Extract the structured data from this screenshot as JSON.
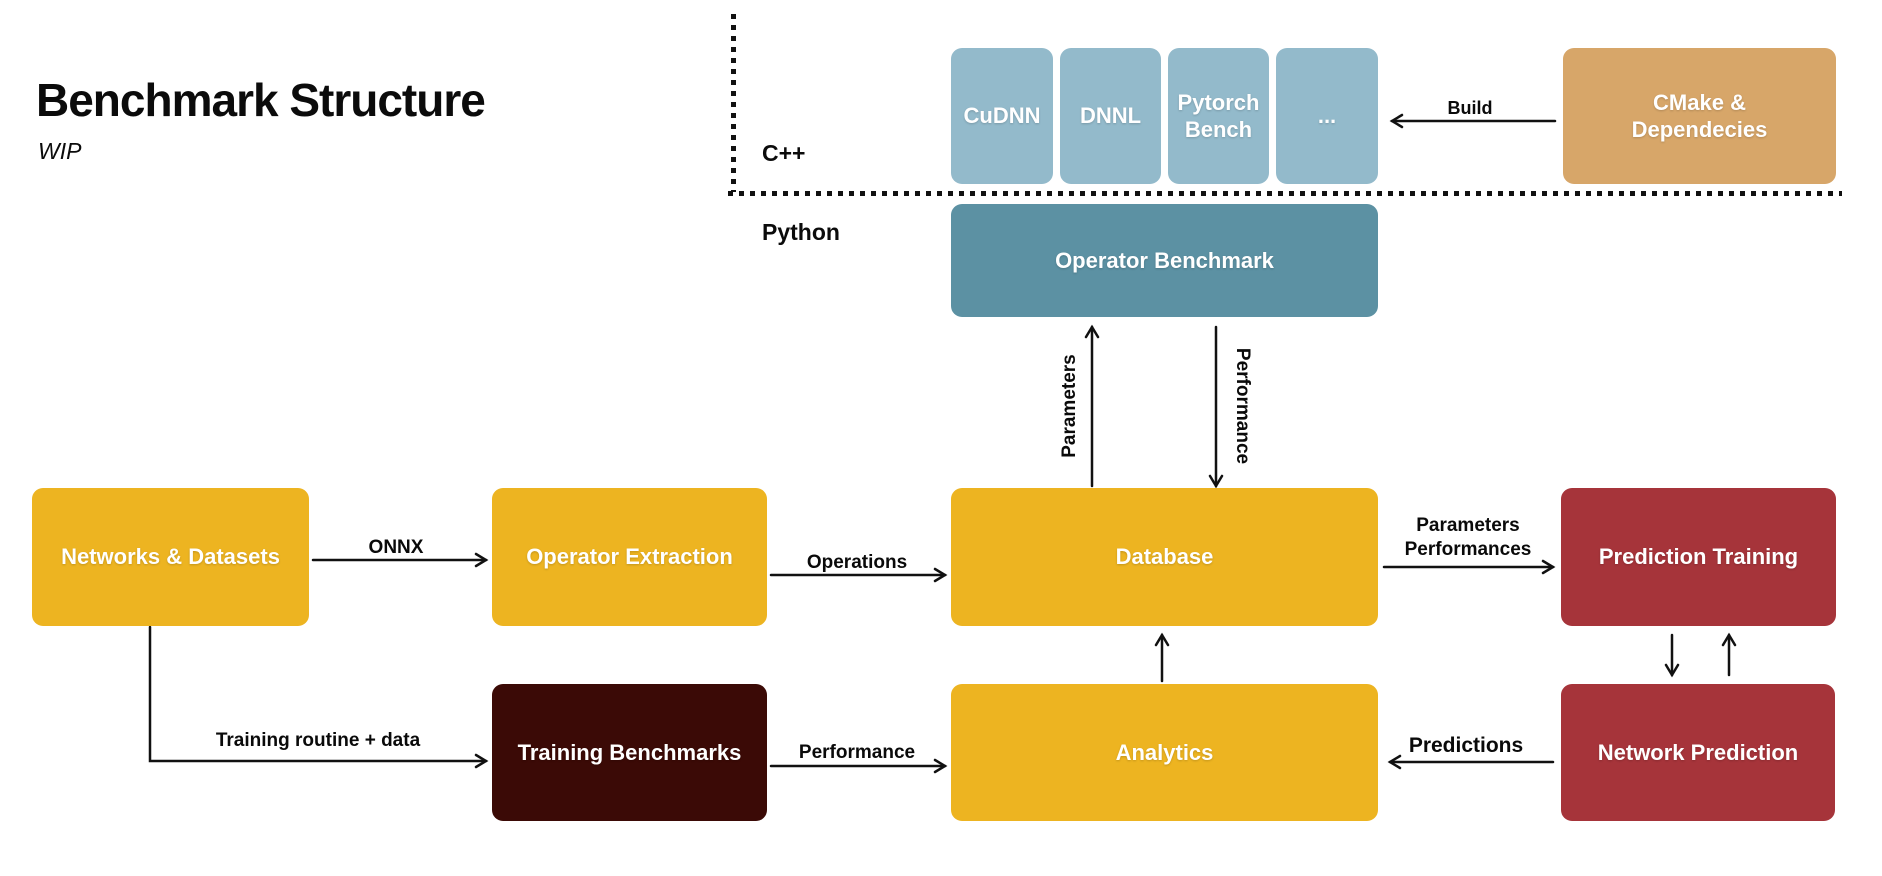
{
  "title": {
    "heading": "Benchmark Structure",
    "subtitle": "WIP"
  },
  "lanes": {
    "cpp": "C++",
    "python": "Python"
  },
  "nodes": {
    "cudnn": {
      "label": "CuDNN"
    },
    "dnnl": {
      "label": "DNNL"
    },
    "pytorch_bench": {
      "label": "Pytorch\nBench"
    },
    "more": {
      "label": "..."
    },
    "cmake": {
      "label": "CMake &\nDependecies"
    },
    "operator_benchmark": {
      "label": "Operator Benchmark"
    },
    "networks_datasets": {
      "label": "Networks & Datasets"
    },
    "operator_extraction": {
      "label": "Operator Extraction"
    },
    "database": {
      "label": "Database"
    },
    "prediction_training": {
      "label": "Prediction Training"
    },
    "training_benchmarks": {
      "label": "Training Benchmarks"
    },
    "analytics": {
      "label": "Analytics"
    },
    "network_prediction": {
      "label": "Network Prediction"
    }
  },
  "edge_labels": {
    "build": "Build",
    "onnx": "ONNX",
    "operations": "Operations",
    "parameters_up": "Parameters",
    "performance_down": "Performance",
    "parameters_performances": "Parameters\nPerformances",
    "training_routine": "Training routine + data",
    "performance_bottom": "Performance",
    "predictions": "Predictions"
  },
  "colors": {
    "yellow": "#EDB421",
    "teal": "#5C91A3",
    "light_blue": "#93BACB",
    "tan": "#D7A669",
    "red": "#A6343A",
    "dark_maroon": "#3B0A06",
    "line": "#111111"
  }
}
